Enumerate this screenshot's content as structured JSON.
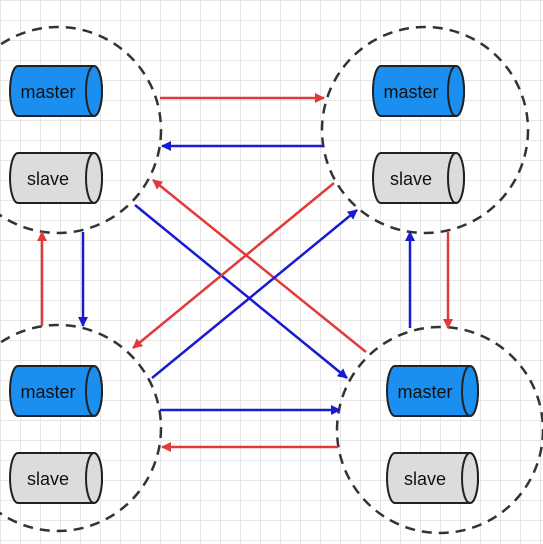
{
  "colors": {
    "master_fill": "#1b8ff0",
    "slave_fill": "#dcdcdc",
    "red_arrow": "#e03a3a",
    "blue_arrow": "#1a1ad0"
  },
  "nodes": [
    {
      "id": "top-left",
      "master_label": "master",
      "slave_label": "slave"
    },
    {
      "id": "top-right",
      "master_label": "master",
      "slave_label": "slave"
    },
    {
      "id": "bottom-left",
      "master_label": "master",
      "slave_label": "slave"
    },
    {
      "id": "bottom-right",
      "master_label": "master",
      "slave_label": "slave"
    }
  ]
}
